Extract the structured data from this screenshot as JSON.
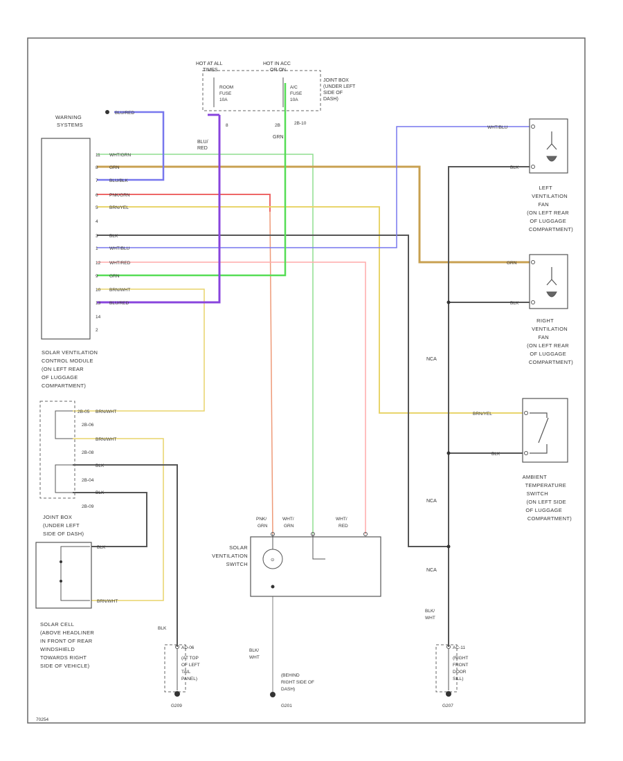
{
  "diagram": {
    "figure_id": "70254",
    "power_sources": {
      "left_title": [
        "HOT AT ALL",
        "TIMES"
      ],
      "right_title": [
        "HOT IN ACC",
        "OR ON"
      ],
      "fuse_left": [
        "ROOM",
        "FUSE",
        "10A"
      ],
      "fuse_right": [
        "A/C",
        "FUSE",
        "10A"
      ],
      "junction_box": [
        "JOINT BOX",
        "(UNDER LEFT",
        "SIDE OF",
        "DASH)"
      ],
      "wire_left": [
        "BLU/",
        "RED"
      ],
      "pin_left": "8",
      "wire_right": "GRN",
      "pin_right_id": "2B",
      "pin_right_conn": "2B-10"
    },
    "warning_systems": {
      "label": [
        "WARNING",
        "SYSTEMS"
      ],
      "wire": "BLU/RED"
    },
    "module": {
      "label": [
        "SOLAR VENTILATION",
        "CONTROL MODULE",
        "(ON LEFT REAR",
        "OF LUGGAGE",
        "COMPARTMENT)"
      ],
      "pins": [
        {
          "pin": "11",
          "wire": "WHT/GRN"
        },
        {
          "pin": "8",
          "wire": "GRN"
        },
        {
          "pin": "7",
          "wire": "BLU/BLK"
        },
        {
          "pin": "6",
          "wire": "PNK/GRN"
        },
        {
          "pin": "5",
          "wire": "BRN/YEL"
        },
        {
          "pin": "4",
          "wire": ""
        },
        {
          "pin": "3",
          "wire": "BLK"
        },
        {
          "pin": "1",
          "wire": "WHT/BLU"
        },
        {
          "pin": "12",
          "wire": "WHT/RED"
        },
        {
          "pin": "9",
          "wire": "GRN"
        },
        {
          "pin": "10",
          "wire": "BRN/WHT"
        },
        {
          "pin": "13",
          "wire": "BLU/RED"
        },
        {
          "pin": "14",
          "wire": ""
        },
        {
          "pin": "2",
          "wire": ""
        }
      ]
    },
    "left_fan": {
      "label": [
        "LEFT",
        "VENTILATION",
        "FAN",
        "(ON LEFT REAR",
        "OF LUGGAGE",
        "COMPARTMENT)"
      ],
      "wire_top": "WHT/BLU",
      "wire_bottom": "BLK"
    },
    "right_fan": {
      "label": [
        "RIGHT",
        "VENTILATION",
        "FAN",
        "(ON LEFT REAR",
        "OF LUGGAGE",
        "COMPARTMENT)"
      ],
      "wire_top": "GRN",
      "wire_bottom": "BLK"
    },
    "temp_switch": {
      "label": [
        "AMBIENT",
        "TEMPERATURE",
        "SWITCH",
        "(ON LEFT SIDE",
        "OF LUGGAGE",
        "COMPARTMENT)"
      ],
      "wire_top": "BRN/YEL",
      "wire_bottom": "BLK"
    },
    "nca": "NCA",
    "joint_box_left": {
      "label": [
        "JOINT BOX",
        "(UNDER LEFT",
        "SIDE OF DASH)"
      ],
      "connectors": [
        {
          "id": "2B-05",
          "wire": "BRN/WHT"
        },
        {
          "id": "2B-06",
          "wire": "BRN/WHT"
        },
        {
          "id": "2B-08",
          "wire": "BLK"
        },
        {
          "id": "2B-04",
          "wire": ""
        },
        {
          "id": "2B-09",
          "wire": "BLK"
        }
      ]
    },
    "solar_cell": {
      "label": [
        "SOLAR CELL",
        "(ABOVE HEADLINER",
        "IN FRONT OF REAR",
        "WINDSHIELD",
        "TOWARDS RIGHT",
        "SIDE OF VEHICLE)"
      ],
      "wire_top": "BLK",
      "wire_bottom": "BRN/WHT"
    },
    "vent_switch": {
      "label": [
        "SOLAR",
        "VENTILATION",
        "SWITCH"
      ],
      "wires": [
        [
          "PNK/",
          "GRN"
        ],
        [
          "WHT/",
          "GRN"
        ],
        [
          "WHT/",
          "RED"
        ]
      ]
    },
    "grounds": {
      "g209": {
        "wire": "BLK",
        "label": [
          "AD-06",
          "(AT TOP",
          "OF LEFT",
          "TAIL",
          "PANEL)"
        ],
        "id": "G209"
      },
      "g201": {
        "wire": [
          "BLK/",
          "WHT"
        ],
        "label": [
          "(BEHIND",
          "RIGHT SIDE OF",
          "DASH)"
        ],
        "id": "G201"
      },
      "g207": {
        "wire": [
          "BLK/",
          "WHT"
        ],
        "label": [
          "AC-11",
          "(RIGHT",
          "FRONT",
          "DOOR",
          "SILL)"
        ],
        "id": "G207"
      }
    },
    "wire_colors": {
      "green": "#55dd55",
      "yellow": "#e8d46a",
      "tan": "#c8a050",
      "blue": "#7777ee",
      "purple": "#8844dd",
      "pink_red": "#ee6666",
      "salmon": "#ee9977",
      "light_pink": "#ffaaaa",
      "black": "#555555",
      "gray": "#aaaaaa"
    }
  }
}
